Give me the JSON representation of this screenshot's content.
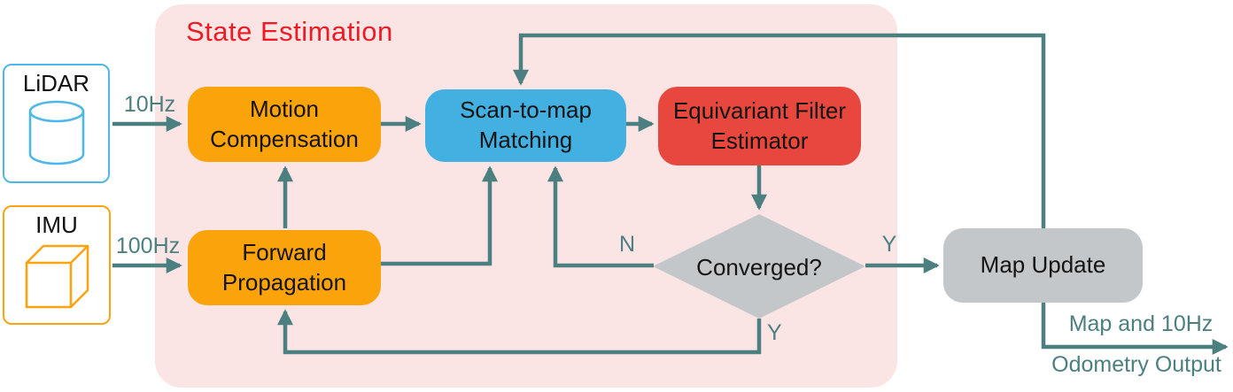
{
  "title": "State Estimation",
  "sources": {
    "lidar": {
      "label": "LiDAR",
      "icon": "cylinder-icon"
    },
    "imu": {
      "label": "IMU",
      "icon": "cube-icon"
    }
  },
  "nodes": {
    "motion_compensation": "Motion Compensation",
    "forward_propagation": "Forward Propagation",
    "scan_to_map_matching": "Scan-to-map Matching",
    "eqf_estimator": "Equivariant Filter Estimator",
    "converged": "Converged?",
    "map_update": "Map Update"
  },
  "edge_labels": {
    "lidar_rate": "10Hz",
    "imu_rate": "100Hz",
    "no": "N",
    "yes_to_map_update": "Y",
    "yes_to_forward_propagation": "Y",
    "output_line1": "Map and 10Hz",
    "output_line2": "Odometry Output"
  },
  "colors": {
    "panel_pink": "#FBE4E4",
    "title_red": "#EE1B24",
    "node_orange": "#FAA30B",
    "node_blue": "#43B0E2",
    "node_red": "#E8473D",
    "node_gray": "#C3C7CA",
    "arrow_teal": "#4C7F80",
    "lidar_border_blue": "#4DB8E8",
    "imu_border_orange": "#FAA414"
  }
}
